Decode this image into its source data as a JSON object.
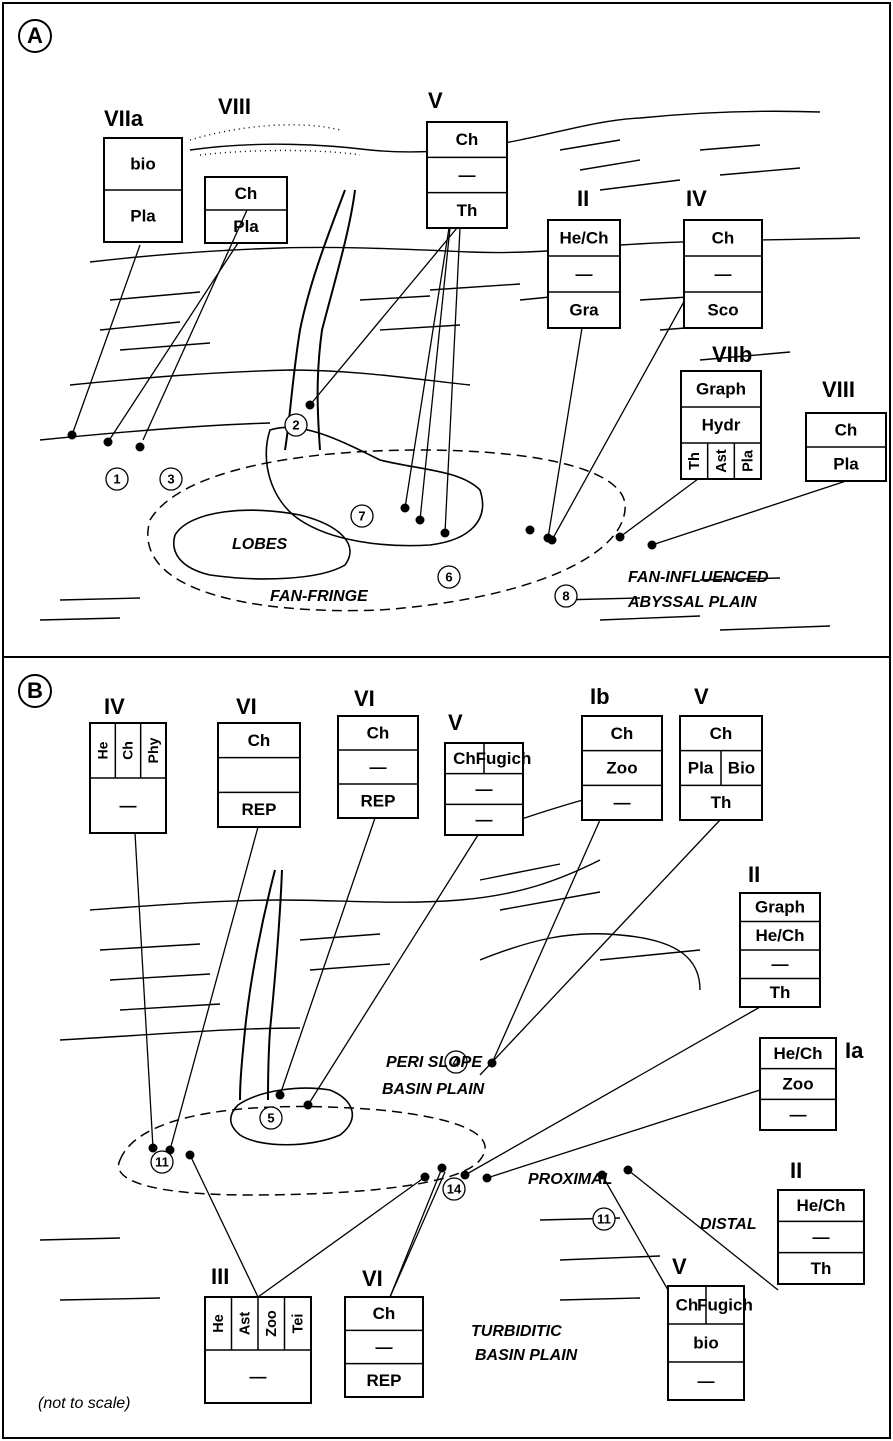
{
  "panels": [
    {
      "letter": "A",
      "boxes": [
        {
          "label": "VIIa",
          "rows": [
            [
              "bio"
            ],
            [
              "Pla"
            ]
          ]
        },
        {
          "label": "VIII",
          "rows": [
            [
              "Ch"
            ],
            [
              "Pla"
            ]
          ]
        },
        {
          "label": "V",
          "rows": [
            [
              "Ch"
            ],
            [
              "—"
            ],
            [
              "Th"
            ]
          ]
        },
        {
          "label": "II",
          "rows": [
            [
              "He/Ch"
            ],
            [
              "—"
            ],
            [
              "Gra"
            ]
          ]
        },
        {
          "label": "IV",
          "rows": [
            [
              "Ch"
            ],
            [
              "—"
            ],
            [
              "Sco"
            ]
          ]
        },
        {
          "label": "VIIb",
          "rows": [
            [
              "Graph"
            ],
            [
              "Hydr"
            ],
            [
              "Th",
              "Ast",
              "Pla"
            ]
          ]
        },
        {
          "label": "VIII",
          "rows": [
            [
              "Ch"
            ],
            [
              "Pla"
            ]
          ]
        }
      ],
      "site_numbers": [
        "1",
        "3",
        "2",
        "7",
        "6",
        "8"
      ],
      "labels": [
        "LOBES",
        "FAN-FRINGE",
        "FAN-INFLUENCED",
        "ABYSSAL PLAIN"
      ]
    },
    {
      "letter": "B",
      "boxes": [
        {
          "label": "IV",
          "rows": [
            [
              "He",
              "Ch",
              "Phy"
            ],
            [
              "—"
            ]
          ]
        },
        {
          "label": "VI",
          "rows": [
            [
              "Ch"
            ],
            [
              ""
            ],
            [
              "REP"
            ]
          ]
        },
        {
          "label": "VI",
          "rows": [
            [
              "Ch"
            ],
            [
              "—"
            ],
            [
              "REP"
            ]
          ]
        },
        {
          "label": "V",
          "rows": [
            [
              "Ch",
              "Fugich"
            ],
            [
              "—"
            ],
            [
              "—"
            ]
          ]
        },
        {
          "label": "Ib",
          "rows": [
            [
              "Ch"
            ],
            [
              "Zoo"
            ],
            [
              "—"
            ]
          ]
        },
        {
          "label": "V",
          "rows": [
            [
              "Ch"
            ],
            [
              "Pla",
              "Bio"
            ],
            [
              "Th"
            ]
          ]
        },
        {
          "label": "II",
          "rows": [
            [
              "Graph"
            ],
            [
              "He/Ch"
            ],
            [
              "—"
            ],
            [
              "Th"
            ]
          ]
        },
        {
          "label": "Ia",
          "rows": [
            [
              "He/Ch"
            ],
            [
              "Zoo"
            ],
            [
              "—"
            ]
          ]
        },
        {
          "label": "II",
          "rows": [
            [
              "He/Ch"
            ],
            [
              "—"
            ],
            [
              "Th"
            ]
          ]
        },
        {
          "label": "III",
          "rows": [
            [
              "He",
              "Ast",
              "Zoo",
              "Tei"
            ],
            [
              "—"
            ]
          ]
        },
        {
          "label": "VI",
          "rows": [
            [
              "Ch"
            ],
            [
              "—"
            ],
            [
              "REP"
            ]
          ]
        },
        {
          "label": "V",
          "rows": [
            [
              "Ch",
              "Fugich"
            ],
            [
              "bio"
            ],
            [
              "—"
            ]
          ]
        }
      ],
      "site_numbers": [
        "4",
        "5",
        "11",
        "14",
        "11"
      ],
      "labels": [
        "PERI SLOPE",
        "BASIN PLAIN",
        "PROXIMAL",
        "DISTAL",
        "TURBIDITIC",
        "BASIN PLAIN"
      ]
    }
  ],
  "footnote": "(not to scale)"
}
